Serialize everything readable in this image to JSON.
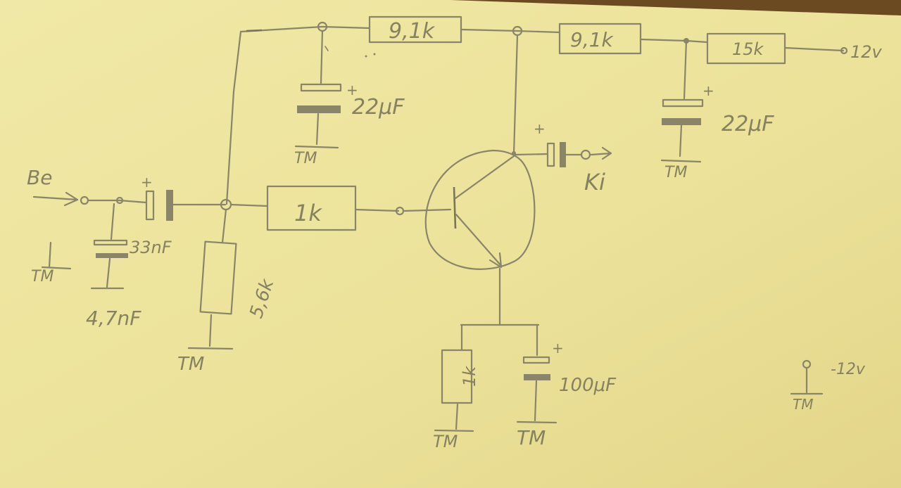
{
  "labels": {
    "input": "Be",
    "output": "Ki",
    "supply_top": "12v",
    "supply_side": "-12v",
    "ground": "TM",
    "plus": "+"
  },
  "components": {
    "r_top_1": "9,1k",
    "r_top_2": "9,1k",
    "r_top_3": "15k",
    "r_base": "1k",
    "r_bias": "5,6k",
    "r_emitter": "1k",
    "c_input": "33nF",
    "c_input_to_ground": "4,7nF",
    "c_decouple_1": "22μF",
    "c_decouple_2": "22μF",
    "c_emitter": "100μF"
  },
  "colors": {
    "paper": "#ece29a",
    "pencil": "#8a8568",
    "table": "#6b4a22"
  }
}
